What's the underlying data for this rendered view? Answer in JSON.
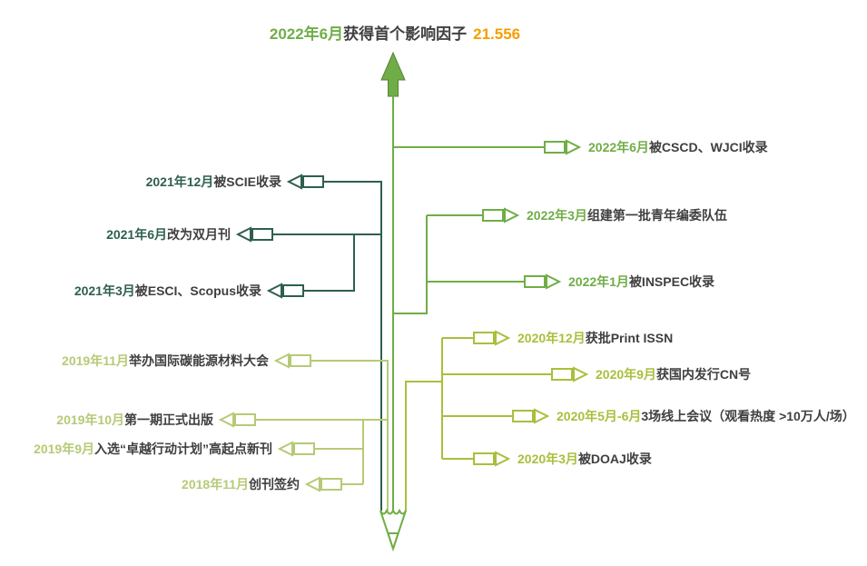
{
  "colors": {
    "c2022": "#70ad47",
    "c2021": "#2e5f4f",
    "c2020": "#a9bf3c",
    "c2019": "#b6ca76",
    "accent_orange": "#f59e00",
    "text_dark": "#3f3f3f",
    "background": "#ffffff"
  },
  "title": {
    "date": "2022年6月",
    "text": "获得首个影响因子",
    "value": "21.556"
  },
  "icons": {
    "top_shape": "up-arrow",
    "bottom_shape": "pencil-tip",
    "milestone_marker": "flag-with-arrow"
  },
  "milestones": [
    {
      "date": "2022年6月",
      "text": "被CSCD、WJCI收录",
      "side": "right",
      "era": "2022"
    },
    {
      "date": "2021年12月",
      "text": "被SCIE收录",
      "side": "left",
      "era": "2021"
    },
    {
      "date": "2022年3月",
      "text": "组建第一批青年编委队伍",
      "side": "right",
      "era": "2022"
    },
    {
      "date": "2021年6月",
      "text": "改为双月刊",
      "side": "left",
      "era": "2021"
    },
    {
      "date": "2022年1月",
      "text": "被INSPEC收录",
      "side": "right",
      "era": "2022"
    },
    {
      "date": "2021年3月",
      "text": "被ESCI、Scopus收录",
      "side": "left",
      "era": "2021"
    },
    {
      "date": "2020年12月",
      "text": "获批Print ISSN",
      "side": "right",
      "era": "2020"
    },
    {
      "date": "2019年11月",
      "text": "举办国际碳能源材料大会",
      "side": "left",
      "era": "2019"
    },
    {
      "date": "2020年9月",
      "text": "获国内发行CN号",
      "side": "right",
      "era": "2020"
    },
    {
      "date": "2020年5月-6月",
      "text": "3场线上会议（观看热度 >10万人/场）",
      "side": "right",
      "era": "2020"
    },
    {
      "date": "2019年10月",
      "text": "第一期正式出版",
      "side": "left",
      "era": "2019"
    },
    {
      "date": "2019年9月",
      "text": "入选“卓越行动计划”高起点新刊",
      "side": "left",
      "era": "2019"
    },
    {
      "date": "2020年3月",
      "text": "被DOAJ收录",
      "side": "right",
      "era": "2020"
    },
    {
      "date": "2018年11月",
      "text": "创刊签约",
      "side": "left",
      "era": "2018"
    }
  ]
}
